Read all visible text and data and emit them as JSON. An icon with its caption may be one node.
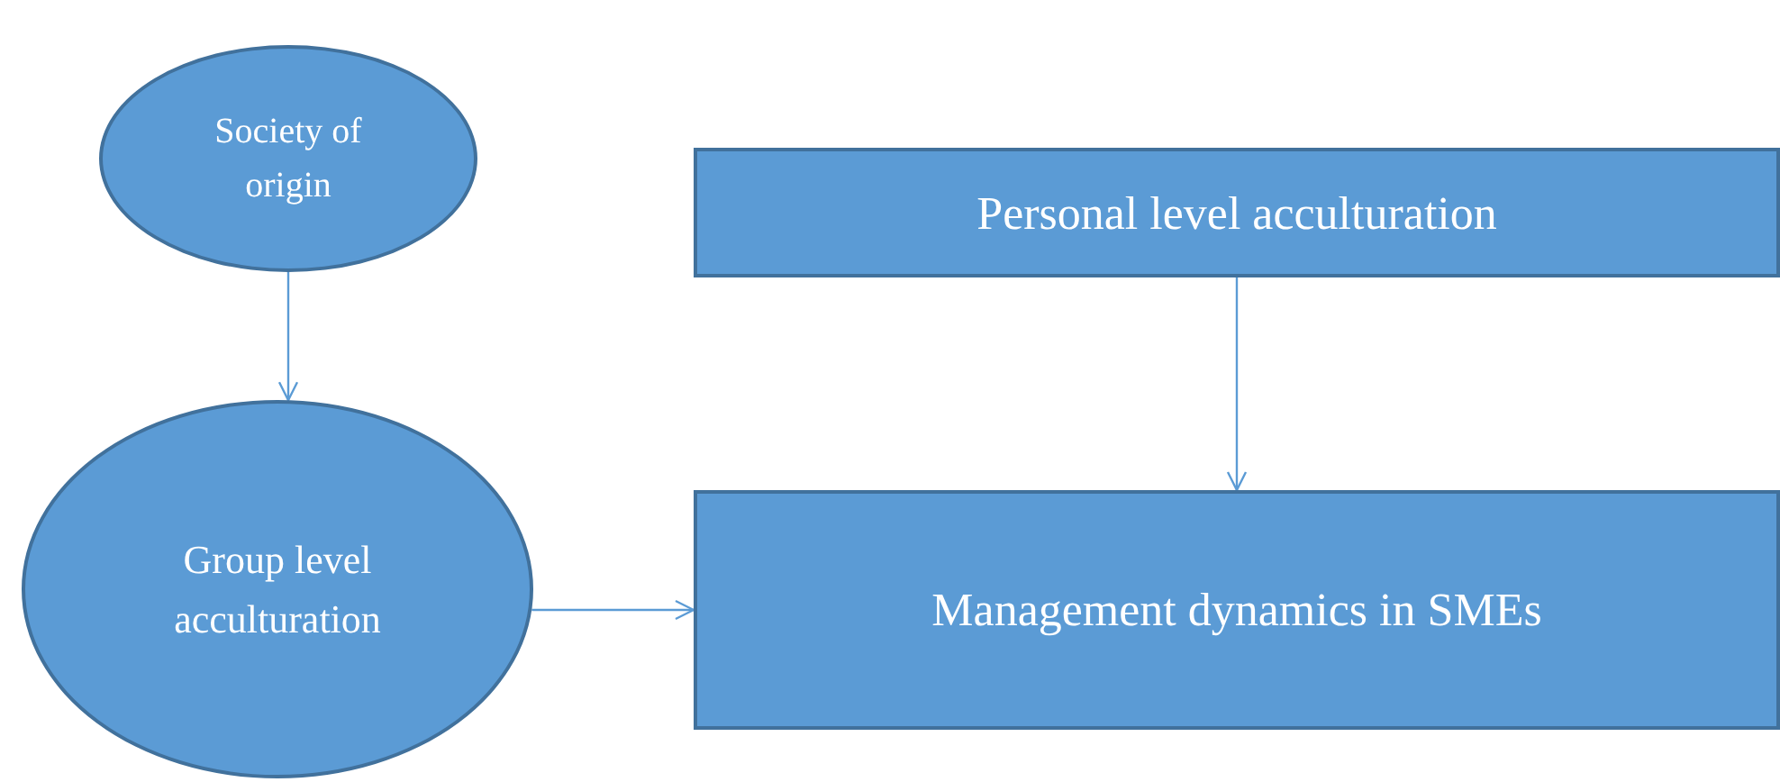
{
  "diagram": {
    "nodes": [
      {
        "text": [
          "Society of origin"
        ]
      },
      {
        "text": [
          "Personal level acculturation"
        ]
      },
      {
        "text": [
          "Group level acculturation"
        ]
      },
      {
        "text": [
          "Management dynamics in SMEs"
        ]
      }
    ],
    "edges": [
      {
        "from": 0,
        "to": 2,
        "arrow": "to"
      },
      {
        "from": 1,
        "to": 3,
        "arrow": "to"
      },
      {
        "from": 2,
        "to": 3,
        "arrow": "to"
      }
    ]
  }
}
